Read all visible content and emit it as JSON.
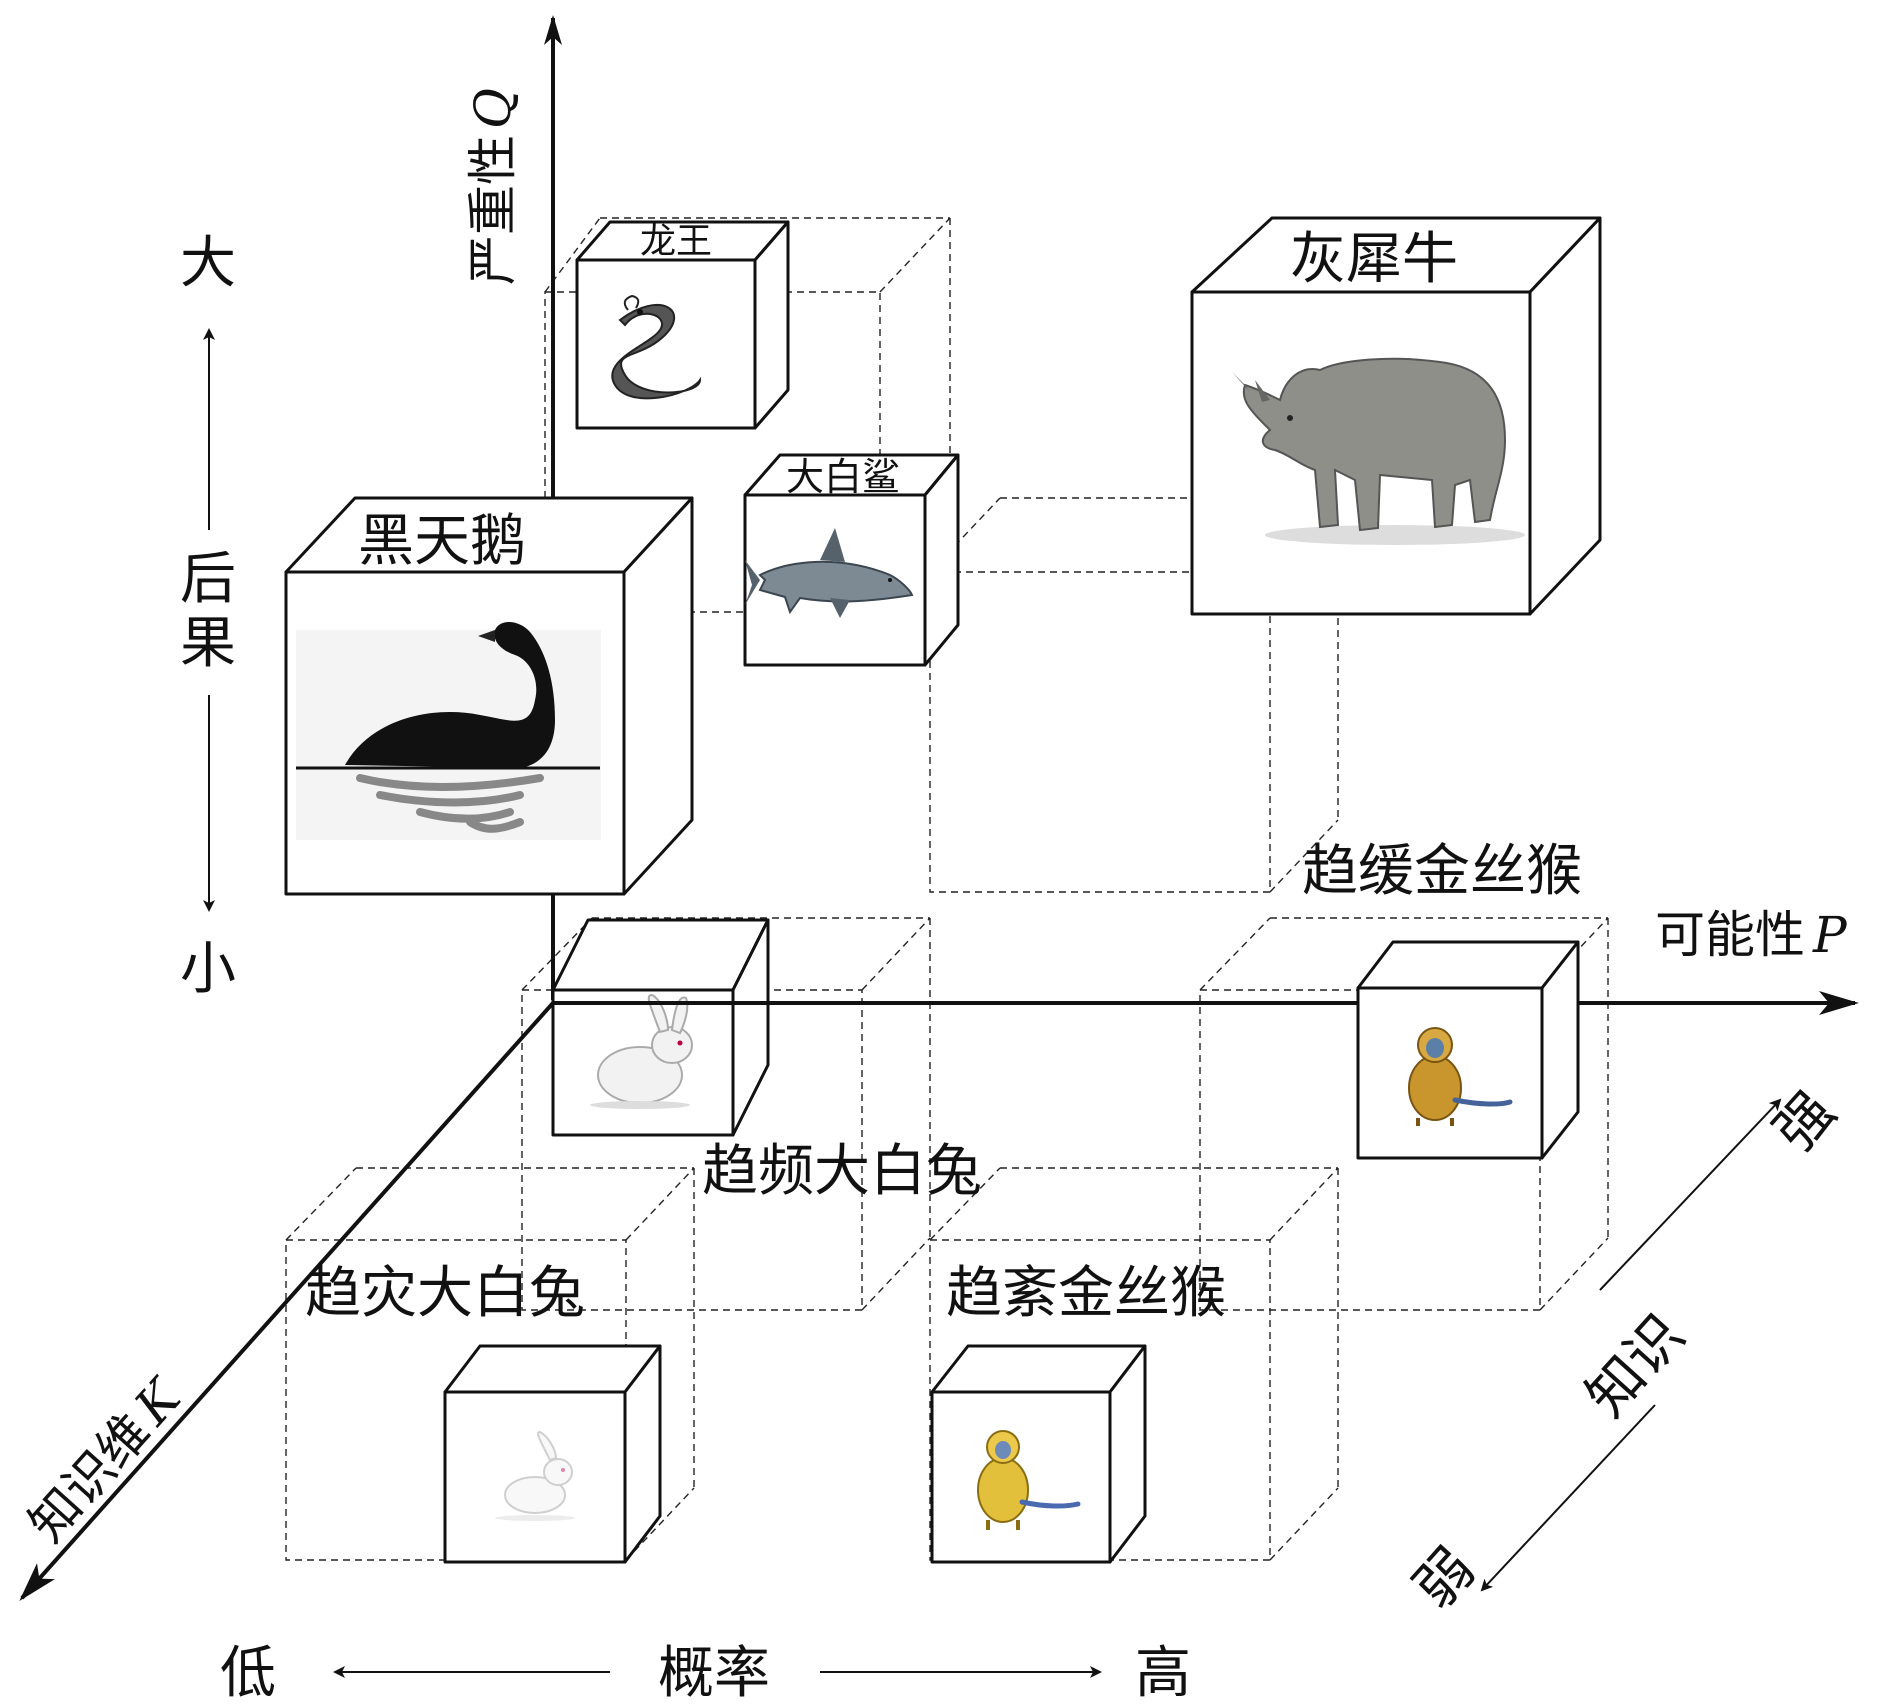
{
  "axes": {
    "severity_label": "严重性",
    "severity_symbol": "Q",
    "possibility_label": "可能性",
    "possibility_symbol": "P",
    "knowledge_label": "知识维",
    "knowledge_symbol": "K"
  },
  "consequence_scale": {
    "label": "后果",
    "high": "大",
    "low": "小"
  },
  "probability_scale": {
    "label": "概率",
    "low": "低",
    "high": "高"
  },
  "knowledge_scale": {
    "label": "知识",
    "strong": "强",
    "weak": "弱"
  },
  "boxes": [
    {
      "label": "龙王",
      "icon": "dragon-icon"
    },
    {
      "label": "灰犀牛",
      "icon": "rhinoceros-icon"
    },
    {
      "label": "大白鲨",
      "icon": "shark-icon"
    },
    {
      "label": "黑天鹅",
      "icon": "black-swan-icon"
    },
    {
      "label": "趋频大白兔",
      "icon": "white-rabbit-icon"
    },
    {
      "label": "趋缓金丝猴",
      "icon": "golden-monkey-icon"
    },
    {
      "label": "趋灾大白兔",
      "icon": "white-rabbit-icon"
    },
    {
      "label": "趋紊金丝猴",
      "icon": "golden-monkey-icon"
    }
  ]
}
